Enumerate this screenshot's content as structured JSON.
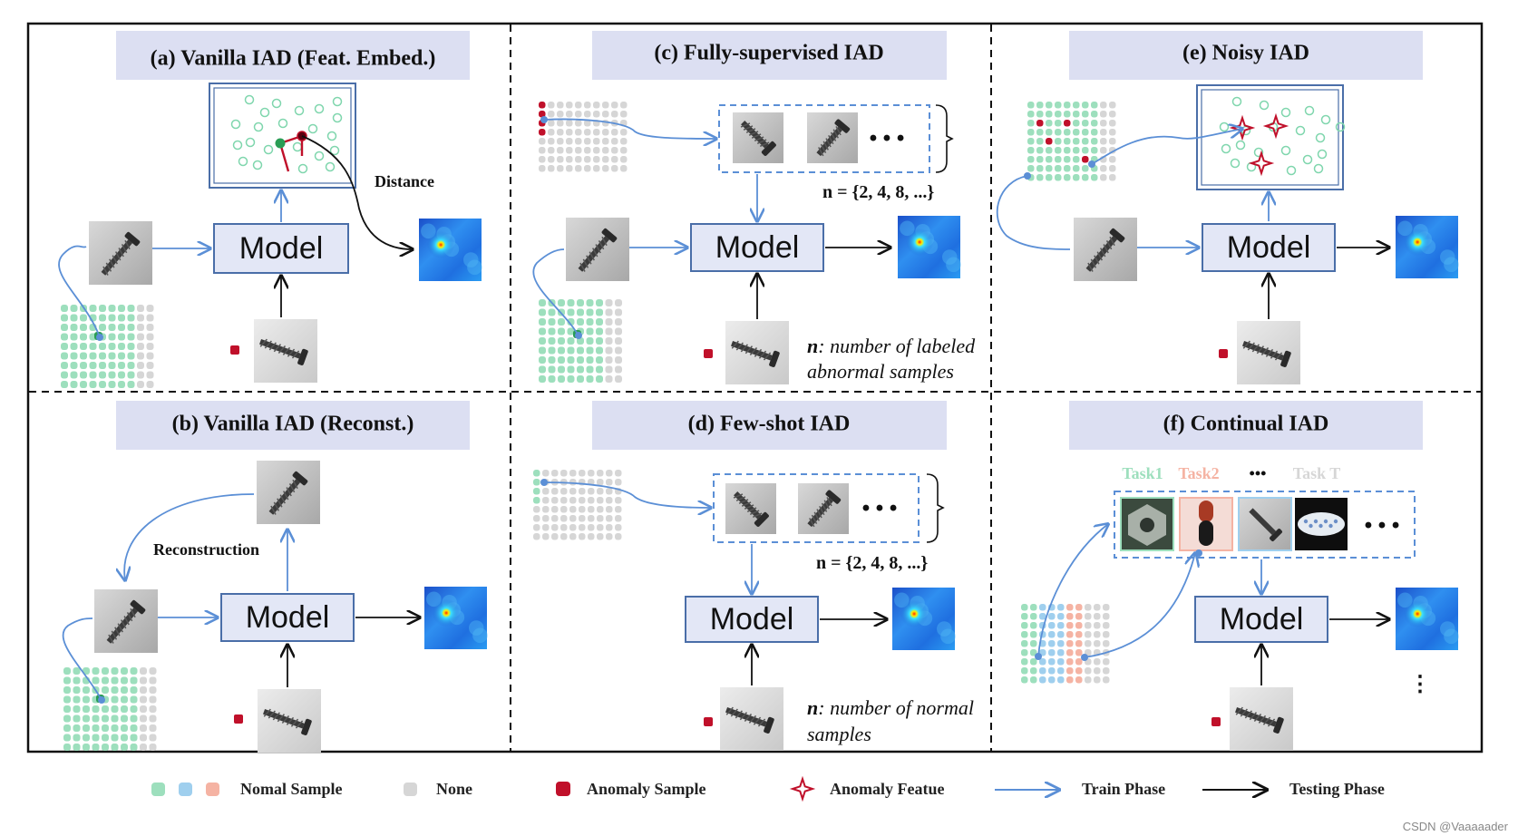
{
  "panels": {
    "a": {
      "title": "(a) Vanilla IAD (Feat. Embed.)",
      "model": "Model",
      "distance_label": "Distance"
    },
    "b": {
      "title": "(b) Vanilla IAD (Reconst.)",
      "model": "Model",
      "reconstruction_label": "Reconstruction"
    },
    "c": {
      "title": "(c) Fully-supervised IAD",
      "model": "Model",
      "n_label": "n = {2, 4, 8, ...}",
      "ellipsis": "• • •",
      "note_n": "n",
      "note_line1": ": number of labeled",
      "note_line2": "abnormal samples"
    },
    "d": {
      "title": "(d) Few-shot IAD",
      "model": "Model",
      "n_label": "n = {2, 4, 8, ...}",
      "ellipsis": "• • •",
      "note_n": "n",
      "note_line1": ": number of normal",
      "note_line2": "samples"
    },
    "e": {
      "title": "(e) Noisy IAD",
      "model": "Model"
    },
    "f": {
      "title": "(f) Continual IAD",
      "model": "Model",
      "tasks": [
        "Task1",
        "Task2",
        "•••",
        "Task T"
      ],
      "ellipsis": "• • •",
      "vertical_dots": "⋮"
    }
  },
  "legend": {
    "normal_sample": "Nomal Sample",
    "none": "None",
    "anomaly_sample": "Anomaly Sample",
    "anomaly_feature": "Anomaly Featue",
    "train_phase": "Train Phase",
    "testing_phase": "Testing Phase"
  },
  "watermark": "CSDN @Vaaaaader",
  "colors": {
    "normal_green": "#9ddfbd",
    "normal_blue": "#9fcfee",
    "normal_pink": "#f5b3a3",
    "none_gray": "#d6d6d6",
    "anomaly_red": "#c0102a",
    "train_arrow": "#5b8fd6",
    "test_arrow": "#111111",
    "title_bg": "#dcdff2",
    "model_bg": "#e3e7f6",
    "model_border": "#4a6ea8"
  }
}
